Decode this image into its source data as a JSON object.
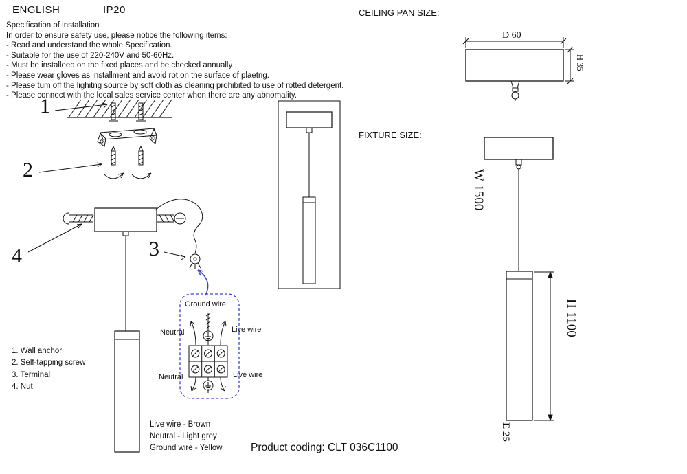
{
  "header": {
    "language": "ENGLISH",
    "ip_rating": "IP20"
  },
  "sections": {
    "ceiling_pan": "CEILING PAN  SIZE:",
    "fixture": "FIXTURE SIZE:"
  },
  "spec": {
    "title": "Specification of installation",
    "intro": "In order to ensure safety use, please notice the following items:",
    "items": [
      "- Read and understand the whole Specification.",
      "- Suitable for the use of 220-240V and 50-60Hz.",
      "- Must be installeed on the fixed places and be checked annually",
      "- Please wear gloves as installment and avoid rot on the surface of plaetng.",
      "- Please tum off the lighitng source by soft cloth as cleaning prohibited to use of rotted detergent.",
      "- Please connect with the local sales service center when there are any abnomality."
    ]
  },
  "callouts": {
    "c1": "1",
    "c2": "2",
    "c3": "3",
    "c4": "4"
  },
  "legend": {
    "items": [
      "1. Wall anchor",
      "2. Self-tapping screw",
      "3. Terminal",
      "4. Nut"
    ]
  },
  "wiring": {
    "ground": "Ground wire",
    "neutral_top": "Neutral",
    "live_top": "Live wire",
    "neutral_bottom": "Neutral",
    "live_bottom": "Live wire"
  },
  "wire_colors": [
    "Live wire - Brown",
    "Neutral - Light grey",
    "Ground wire - Yellow"
  ],
  "product": {
    "text": "Product coding: CLT 036C1100"
  },
  "dimensions": {
    "pan_diameter": "D 60",
    "pan_height": "H 35",
    "fixture_wire": "W 1500",
    "fixture_height": "H 1100",
    "fixture_diameter": "E 25"
  },
  "colors": {
    "wiring_accent": "#3a46c8",
    "line": "#111111"
  }
}
